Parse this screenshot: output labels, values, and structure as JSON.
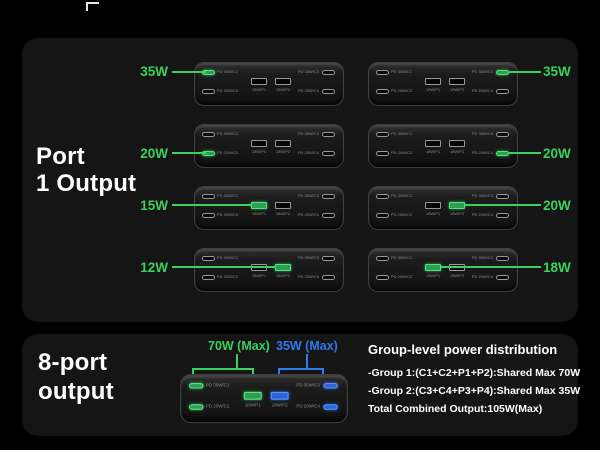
{
  "top_panel": {
    "title_line1": "Port",
    "title_line2": "1 Output",
    "rows": {
      "r1_left": "35W",
      "r2_left": "20W",
      "r3_left": "15W",
      "r4_left": "12W",
      "r1_right": "35W",
      "r2_right": "20W",
      "r3_right": "20W",
      "r4_right": "18W"
    }
  },
  "bottom_panel": {
    "title_line1": "8-port",
    "title_line2": "output",
    "green_annotation": "70W (Max)",
    "blue_annotation": "35W (Max)",
    "info_title": "Group-level power distribution",
    "info_line1": "-Group 1:(C1+C2+P1+P2):Shared Max 70W",
    "info_line2": "-Group 2:(C3+C4+P3+P4):Shared Max 35W",
    "info_line3": "Total Combined Output:105W(Max)"
  },
  "device_port_labels": {
    "c1": "PD 30W/C1",
    "c2": "PD 20W/C2",
    "c3": "PD 35W/C3",
    "c4": "PD 20W/C4",
    "p1": "18W/P1",
    "p2": "18W/P2"
  },
  "colors": {
    "green": "#3bd15f",
    "blue": "#2e7bf0"
  }
}
